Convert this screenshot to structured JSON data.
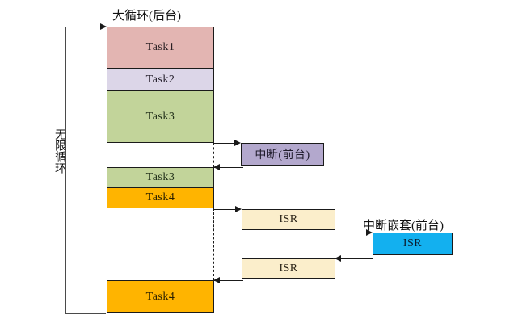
{
  "diagram": {
    "title_top": "大循环(后台)",
    "label_nested": "中断嵌套(前台)",
    "label_loop": "无限循环",
    "caption_bottom": "",
    "blocks": {
      "task1": "Task1",
      "task2": "Task2",
      "task3_a": "Task3",
      "task3_b": "Task3",
      "task4_a": "Task4",
      "task4_b": "Task4",
      "interrupt": "中断(前台)",
      "isr_a": "ISR",
      "isr_b": "ISR",
      "isr_nested": "ISR"
    },
    "colors": {
      "task1": "#e3b5b2",
      "task2": "#dcd6e8",
      "task3": "#c2d49a",
      "task4": "#ffb400",
      "isr": "#fbeecb",
      "isr_nested": "#13b0ef",
      "interrupt": "#b3a8cd",
      "stroke": "#1a1a1a"
    }
  }
}
